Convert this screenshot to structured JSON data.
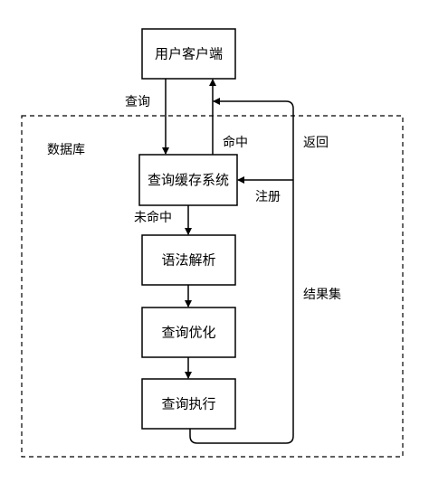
{
  "diagram": {
    "region_label": "数据库",
    "nodes": {
      "client": "用户客户端",
      "cache": "查询缓存系统",
      "parse": "语法解析",
      "optimize": "查询优化",
      "execute": "查询执行"
    },
    "edge_labels": {
      "query": "查询",
      "hit": "命中",
      "miss": "未命中",
      "return": "返回",
      "register": "注册",
      "result_set": "结果集"
    }
  }
}
